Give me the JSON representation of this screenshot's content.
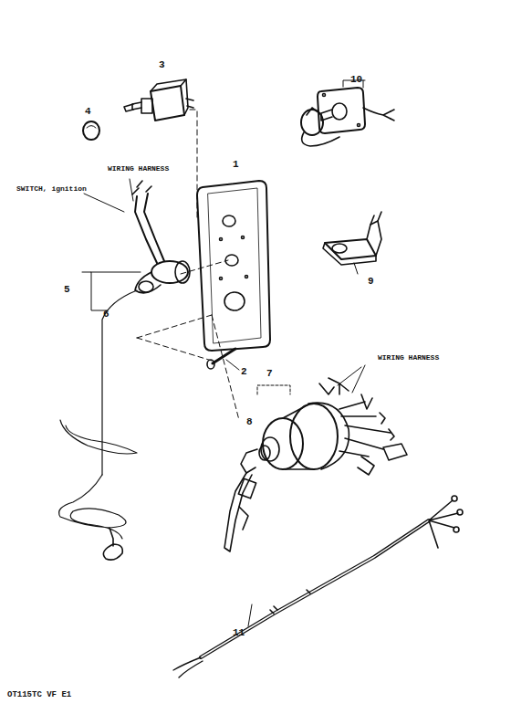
{
  "diagram": {
    "labels": [
      "3",
      "4",
      "WIRING HARNESS",
      "1",
      "SWITCH, ignition",
      "5",
      "6",
      "10",
      "9",
      "2",
      "WIRING HARNESS",
      "7",
      "8",
      "11",
      "OT115TC VF E1"
    ]
  }
}
